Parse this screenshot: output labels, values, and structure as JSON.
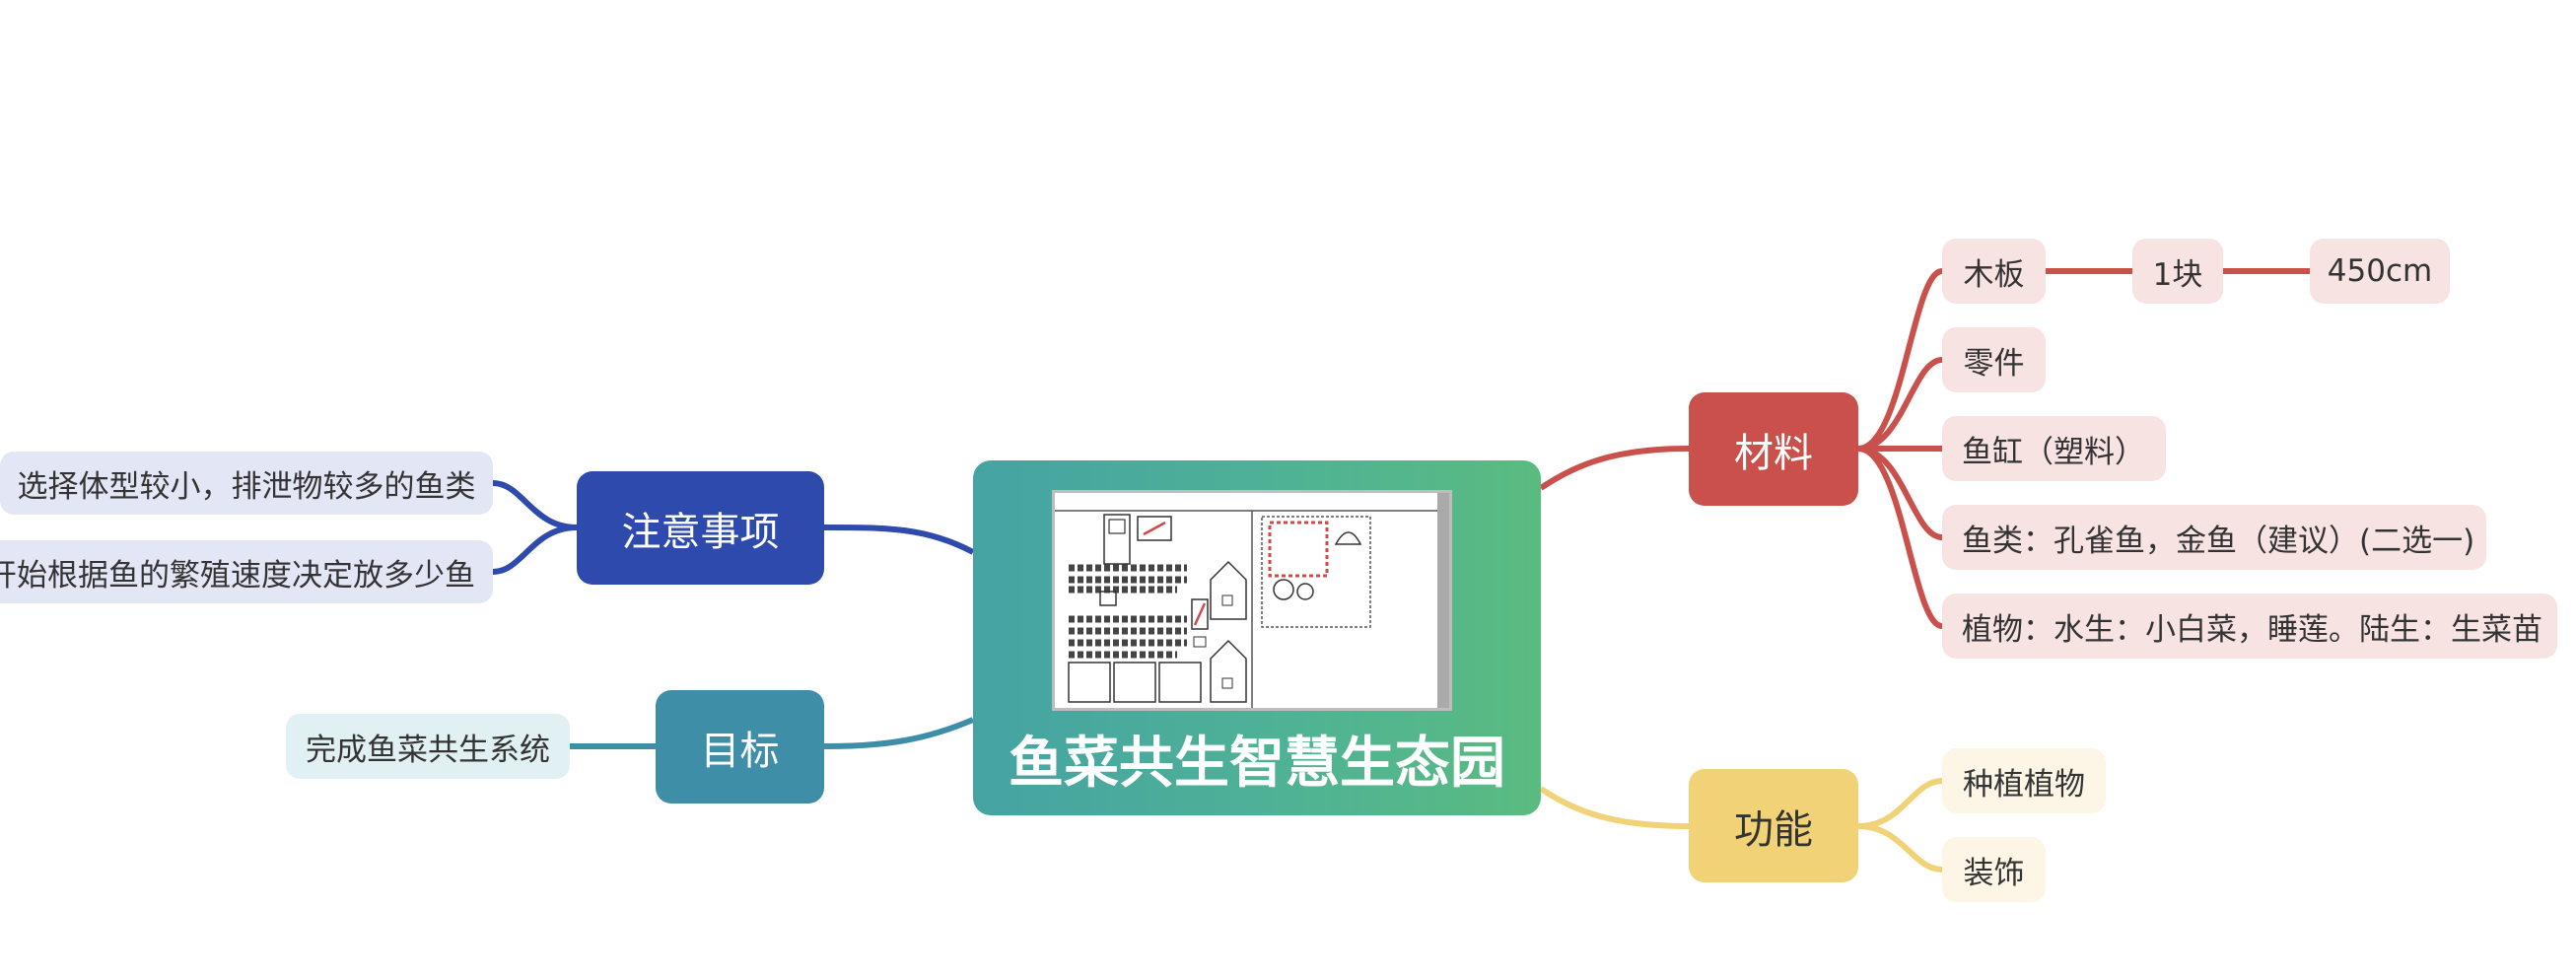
{
  "root": {
    "title": "鱼菜共生智慧生态园"
  },
  "branches": {
    "attention": {
      "label": "注意事项",
      "items": [
        "选择体型较小，排泄物较多的鱼类",
        "开始根据鱼的繁殖速度决定放多少鱼"
      ]
    },
    "goal": {
      "label": "目标",
      "items": [
        "完成鱼菜共生系统"
      ]
    },
    "materials": {
      "label": "材料",
      "items": [
        "木板",
        "零件",
        "鱼缸（塑料）",
        "鱼类：孔雀鱼，金鱼（建议）(二选一)",
        "植物：水生：小白菜，睡莲。陆生：生菜苗"
      ],
      "board_sub": [
        "1块",
        "450cm"
      ]
    },
    "function": {
      "label": "功能",
      "items": [
        "种植植物",
        "装饰"
      ]
    }
  },
  "colors": {
    "attention": "#2f4aad",
    "attention_leaf": "#e3e6f4",
    "goal": "#3e8ea8",
    "goal_leaf": "#e0f0f3",
    "materials": "#c9504b",
    "materials_leaf": "#f6e3e2",
    "function": "#f1d276",
    "function_leaf": "#fdf6e6"
  }
}
